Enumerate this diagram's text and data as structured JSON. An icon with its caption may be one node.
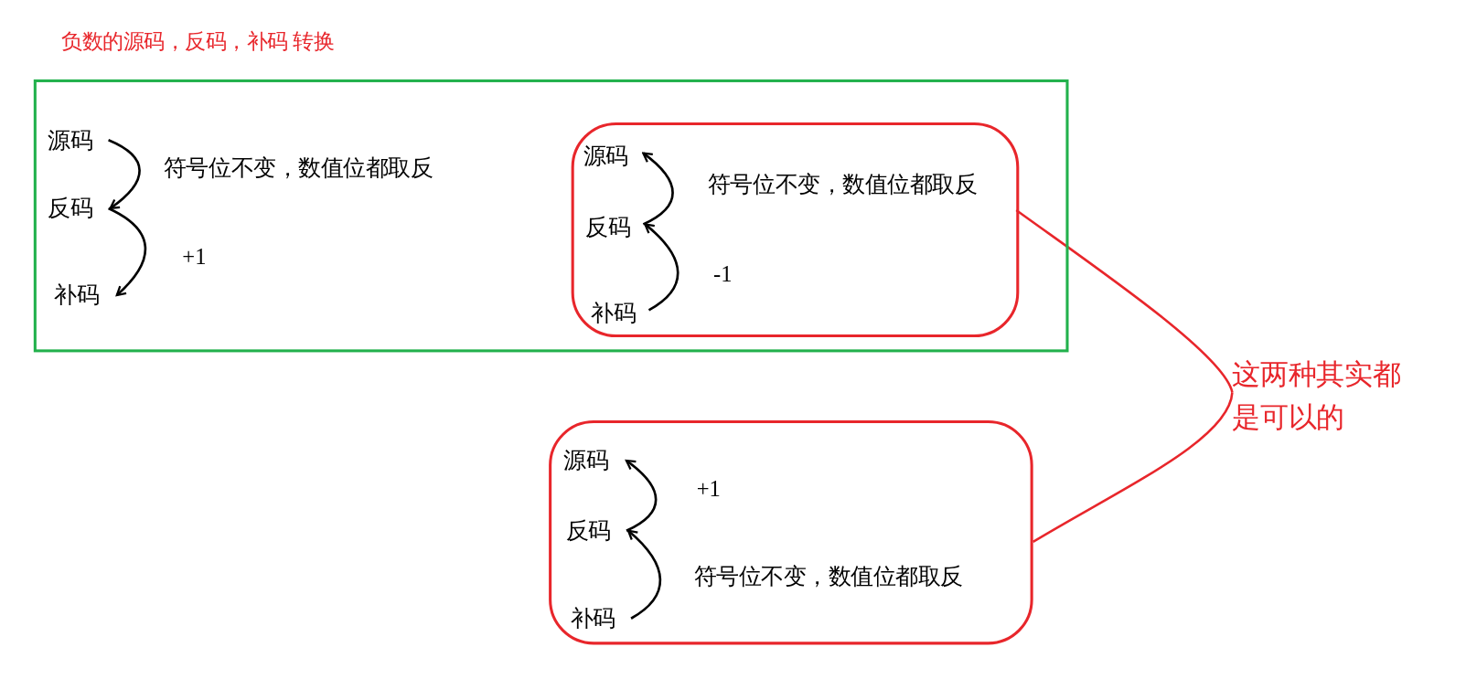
{
  "diagram": {
    "title": "负数的源码，反码，补码 转换",
    "nodes": [
      {
        "text": [],
        "shape": "box"
      },
      {
        "text": [
          "源码"
        ],
        "in": 0
      },
      {
        "text": [
          "反码"
        ],
        "in": 0
      },
      {
        "text": [
          "补码"
        ],
        "in": 0
      },
      {
        "text": [],
        "shape": "box",
        "in": 0
      },
      {
        "text": [
          "源码"
        ],
        "in": 4
      },
      {
        "text": [
          "反码"
        ],
        "in": 4
      },
      {
        "text": [
          "补码"
        ],
        "in": 4
      },
      {
        "text": [],
        "shape": "box"
      },
      {
        "text": [
          "源码"
        ],
        "in": 8
      },
      {
        "text": [
          "反码"
        ],
        "in": 8
      },
      {
        "text": [
          "补码"
        ],
        "in": 8
      },
      {
        "text": [
          "这两种其实都是可以的"
        ]
      }
    ],
    "edges": [
      {
        "from": 1,
        "to": 2,
        "arrow": "to",
        "label": "符号位不变，数值位都取反"
      },
      {
        "from": 2,
        "to": 3,
        "arrow": "to",
        "label": "+1"
      },
      {
        "from": 6,
        "to": 5,
        "arrow": "to",
        "label": "符号位不变，数值位都取反"
      },
      {
        "from": 7,
        "to": 6,
        "arrow": "to",
        "label": "-1"
      },
      {
        "from": 10,
        "to": 9,
        "arrow": "to",
        "label": "+1"
      },
      {
        "from": 11,
        "to": 10,
        "arrow": "to",
        "label": "符号位不变，数值位都取反"
      },
      {
        "from": 4,
        "to": 12,
        "arrow": "none",
        "color": "#e8262b"
      },
      {
        "from": 12,
        "to": 8,
        "arrow": "none",
        "color": "#e8262b"
      }
    ]
  }
}
